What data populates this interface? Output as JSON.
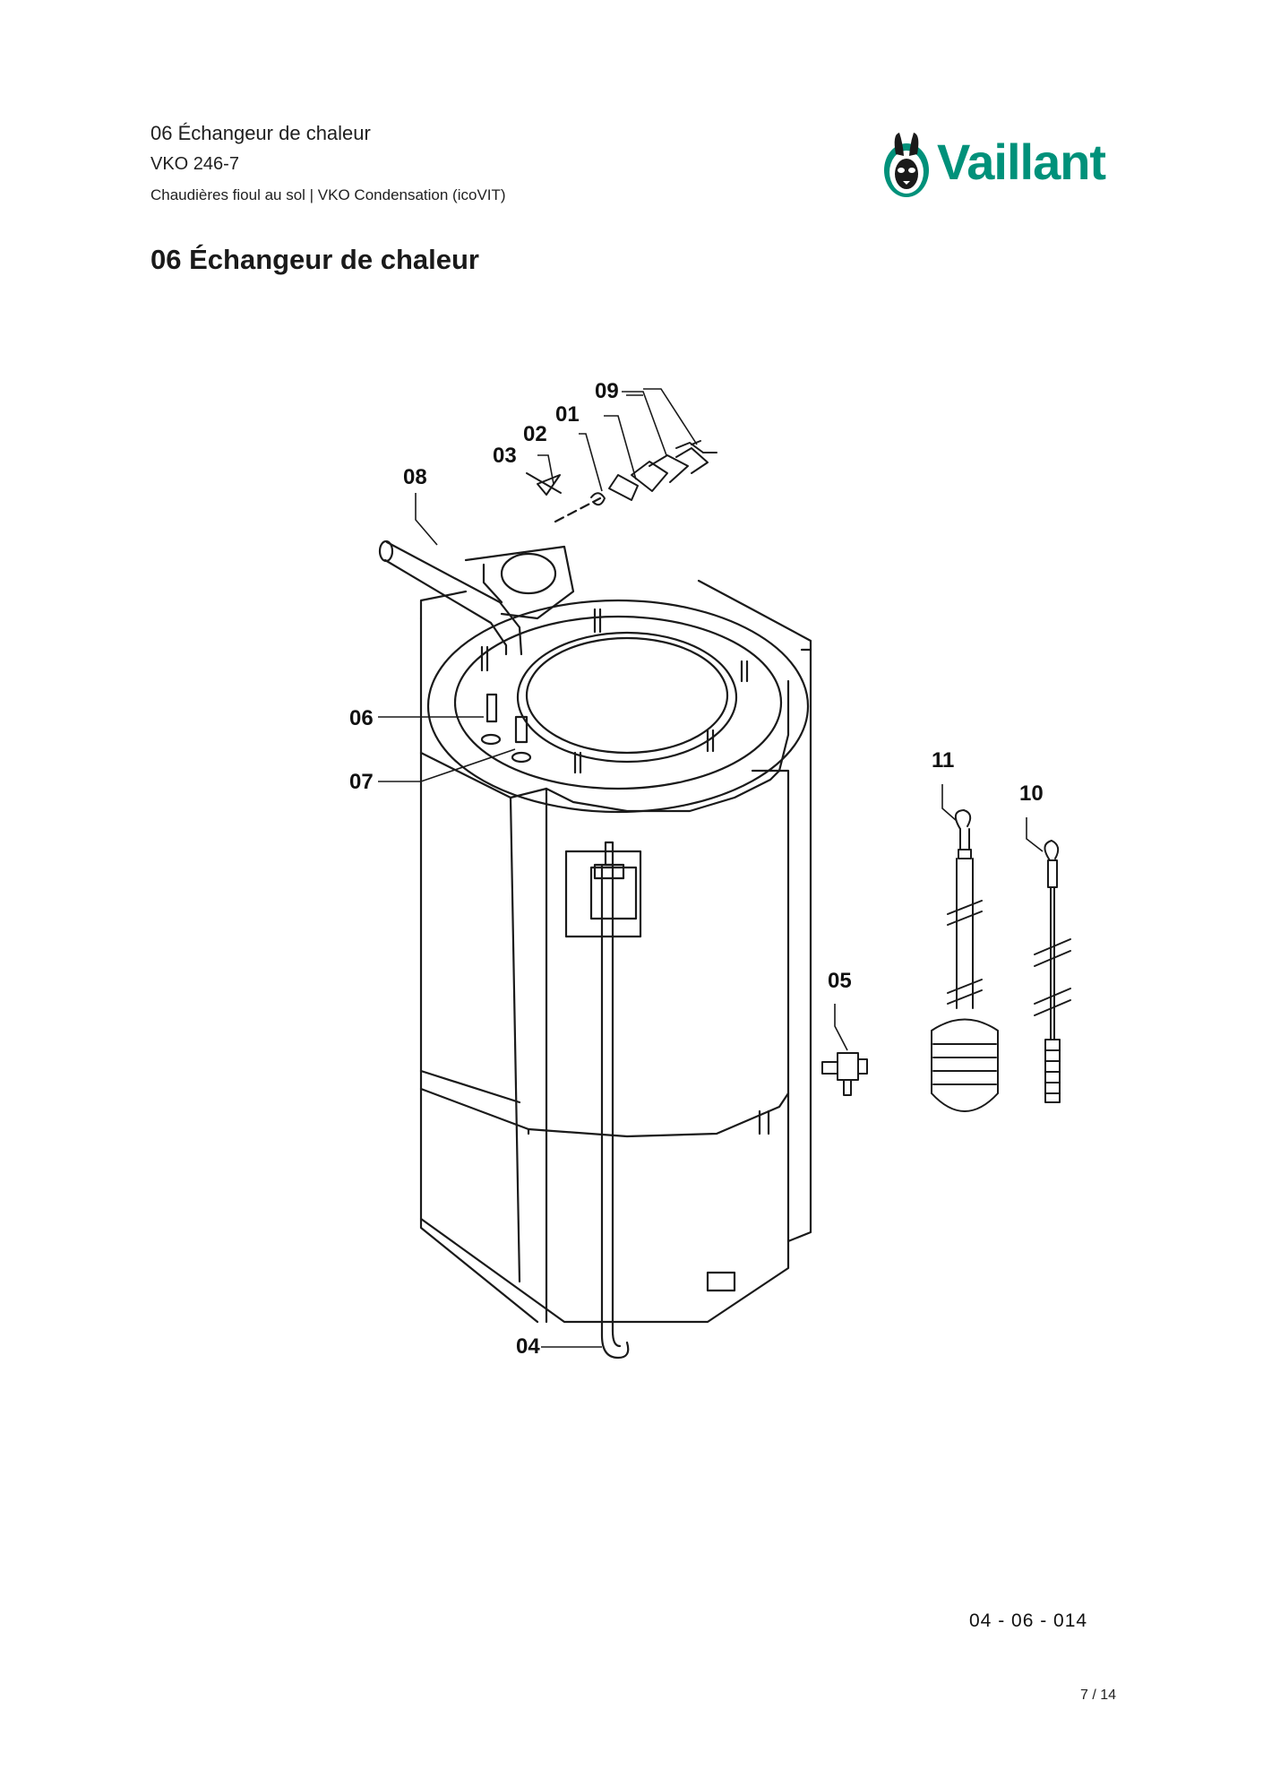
{
  "header": {
    "section": "06 Échangeur de chaleur",
    "model": "VKO 246-7",
    "category": "Chaudières fioul au sol | VKO Condensation (icoVIT)"
  },
  "brand": {
    "name": "Vaillant",
    "color": "#00917a",
    "icon": "hare-logo-icon"
  },
  "page_title": "06 Échangeur de chaleur",
  "diagram": {
    "callouts": [
      "01",
      "02",
      "03",
      "04",
      "05",
      "06",
      "07",
      "08",
      "09",
      "10",
      "11"
    ]
  },
  "footer": {
    "drawing_ref": "04 - 06 - 014",
    "page": "7 / 14"
  }
}
